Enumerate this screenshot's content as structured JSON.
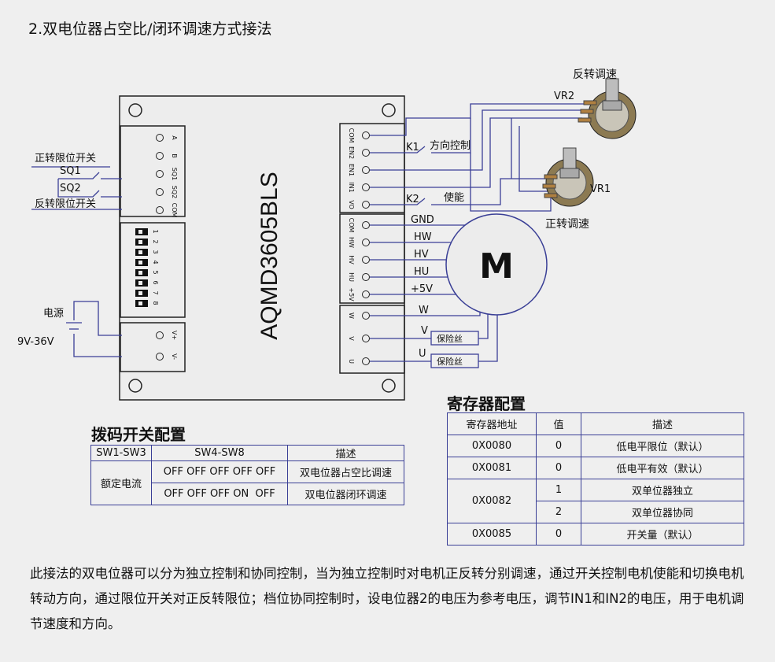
{
  "title": "2.双电位器占空比/闭环调速方式接法",
  "board": {
    "model": "AQMD3605BLS",
    "top_left_pins": [
      "A",
      "B",
      "SQ1",
      "SQ2",
      "COM"
    ],
    "dip_numbers": [
      "1",
      "2",
      "3",
      "4",
      "5",
      "6",
      "7",
      "8"
    ],
    "power_pins": [
      "V+",
      "V-"
    ],
    "right_top_pins": [
      "COM",
      "EN2",
      "EN1",
      "IN1",
      "VO"
    ],
    "right_mid_pins": [
      "COM",
      "HW",
      "HV",
      "HU",
      "+5V"
    ],
    "right_bot_pins": [
      "W",
      "V",
      "U"
    ]
  },
  "labels": {
    "forward_limit": "正转限位开关",
    "sq1": "SQ1",
    "sq2": "SQ2",
    "reverse_limit": "反转限位开关",
    "power": "电源",
    "power_range": "9V-36V",
    "k1": "K1",
    "direction_control": "方向控制",
    "k2": "K2",
    "enable": "使能",
    "gnd": "GND",
    "hw": "HW",
    "hv": "HV",
    "hu": "HU",
    "plus5v": "+5V",
    "w": "W",
    "v": "V",
    "u": "U",
    "fuse1": "保险丝",
    "fuse2": "保险丝",
    "motor": "M",
    "vr2": "VR2",
    "vr2_name": "反转调速",
    "vr1": "VR1",
    "vr1_name": "正转调速"
  },
  "dip_table": {
    "title": "拨码开关配置",
    "headers": [
      "SW1-SW3",
      "SW4-SW8",
      "描述"
    ],
    "group": "额定电流",
    "rows": [
      {
        "sw": "OFF OFF OFF OFF OFF",
        "desc": "双电位器占空比调速"
      },
      {
        "sw": "OFF OFF OFF ON  OFF",
        "desc": "双电位器闭环调速"
      }
    ]
  },
  "reg_table": {
    "title": "寄存器配置",
    "headers": [
      "寄存器地址",
      "值",
      "描述"
    ],
    "rows": [
      {
        "addr": "0X0080",
        "val": "0",
        "desc": "低电平限位（默认）"
      },
      {
        "addr": "0X0081",
        "val": "0",
        "desc": "低电平有效（默认）"
      },
      {
        "addr": "0X0082",
        "val": "1",
        "desc": "双单位器独立"
      },
      {
        "val": "2",
        "desc": "双单位器协同"
      },
      {
        "addr": "0X0085",
        "val": "0",
        "desc": "开关量（默认）"
      }
    ]
  },
  "description": "此接法的双电位器可以分为独立控制和协同控制，当为独立控制时对电机正反转分别调速，通过开关控制电机使能和切换电机转动方向，通过限位开关对正反转限位；档位协同控制时，设电位器2的电压为参考电压，调节IN1和IN2的电压，用于电机调节速度和方向。"
}
